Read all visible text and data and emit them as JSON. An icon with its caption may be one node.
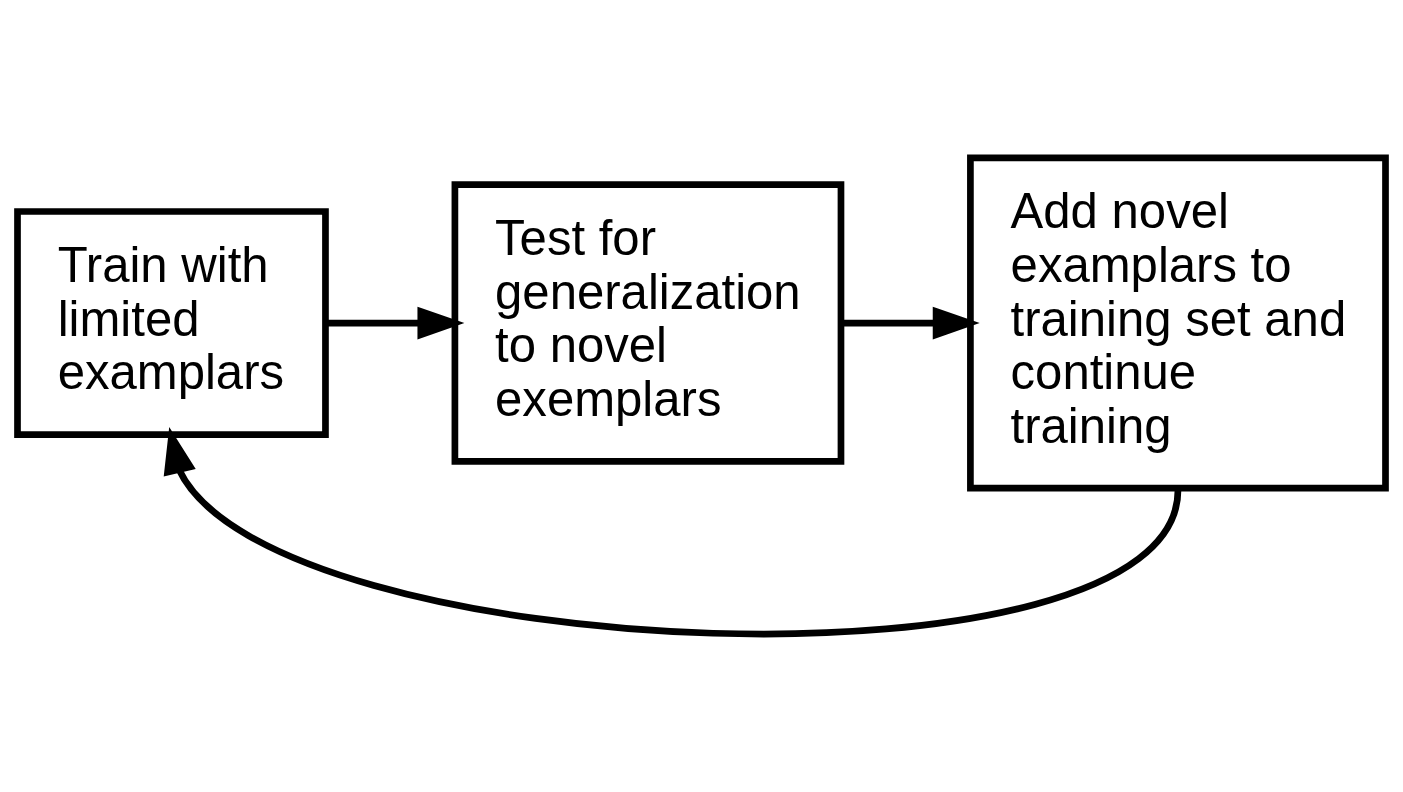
{
  "diagram": {
    "nodes": [
      {
        "text": [
          "Train with limited examplars"
        ]
      },
      {
        "text": [
          "Test for generalization to novel exemplars"
        ]
      },
      {
        "text": [
          "Add novel examplars to training set and continue training"
        ]
      }
    ],
    "edges": [
      {
        "from": 0,
        "to": 1,
        "arrow": "to"
      },
      {
        "from": 1,
        "to": 2,
        "arrow": "to"
      },
      {
        "from": 2,
        "to": 0,
        "arrow": "to"
      }
    ]
  }
}
